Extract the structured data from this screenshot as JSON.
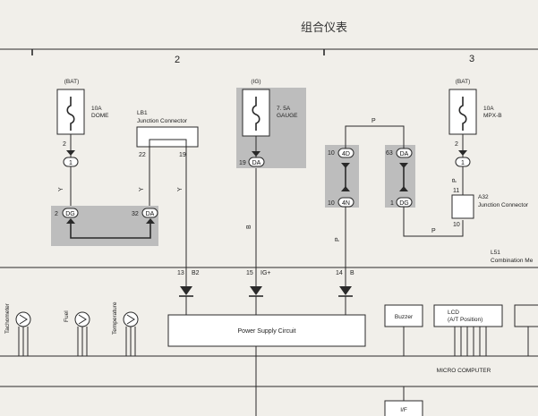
{
  "page": {
    "title": "组合仪表"
  },
  "columns": [
    {
      "number": "2"
    },
    {
      "number": "3"
    }
  ],
  "fuses": [
    {
      "source": "(BAT)",
      "rating": "10A",
      "name": "DOME",
      "pin": "2",
      "conn": "1"
    },
    {
      "source": "(IG)",
      "rating": "7. 5A",
      "name": "GAUGE",
      "pin": "19",
      "conn": "DA"
    },
    {
      "source": "(BAT)",
      "rating": "10A",
      "name": "MPX-B",
      "pin": "2",
      "conn": "1"
    }
  ],
  "connectors": {
    "lb1": {
      "id": "LB1",
      "name": "Junction Connector",
      "pin_a": "22",
      "pin_b": "19"
    },
    "a32": {
      "id": "A32",
      "name": "Junction Connector",
      "pin_a": "11",
      "pin_b": "10"
    },
    "l51": {
      "id": "L51",
      "name": "Combination Me"
    },
    "box_dg_left": {
      "pin": "2",
      "label": "DG"
    },
    "box_da_left": {
      "pin": "32",
      "label": "DA"
    },
    "mid_4d": {
      "pin": "10",
      "label": "4D"
    },
    "mid_4n": {
      "pin": "10",
      "label": "4N"
    },
    "mid_da": {
      "pin": "63",
      "label": "DA"
    },
    "mid_dg": {
      "pin": "1",
      "label": "DG"
    }
  },
  "wires": {
    "y1": "Y",
    "y2": "Y",
    "y3": "Y",
    "b1": "B",
    "p1": "P",
    "p2": "P",
    "p3": "P",
    "p4": "P"
  },
  "meter_pins": [
    {
      "pin": "13",
      "label": "B2"
    },
    {
      "pin": "15",
      "label": "IG+"
    },
    {
      "pin": "14",
      "label": "B"
    }
  ],
  "gauges": [
    {
      "label": "Tachometer"
    },
    {
      "label": "Fuel"
    },
    {
      "label": "Temperature"
    }
  ],
  "blocks": {
    "power_supply": "Power Supply Circuit",
    "buzzer": "Buzzer",
    "lcd_line1": "LCD",
    "lcd_line2": "(A/T Position)",
    "micro": "MICRO COMPUTER",
    "if": "I/F"
  }
}
